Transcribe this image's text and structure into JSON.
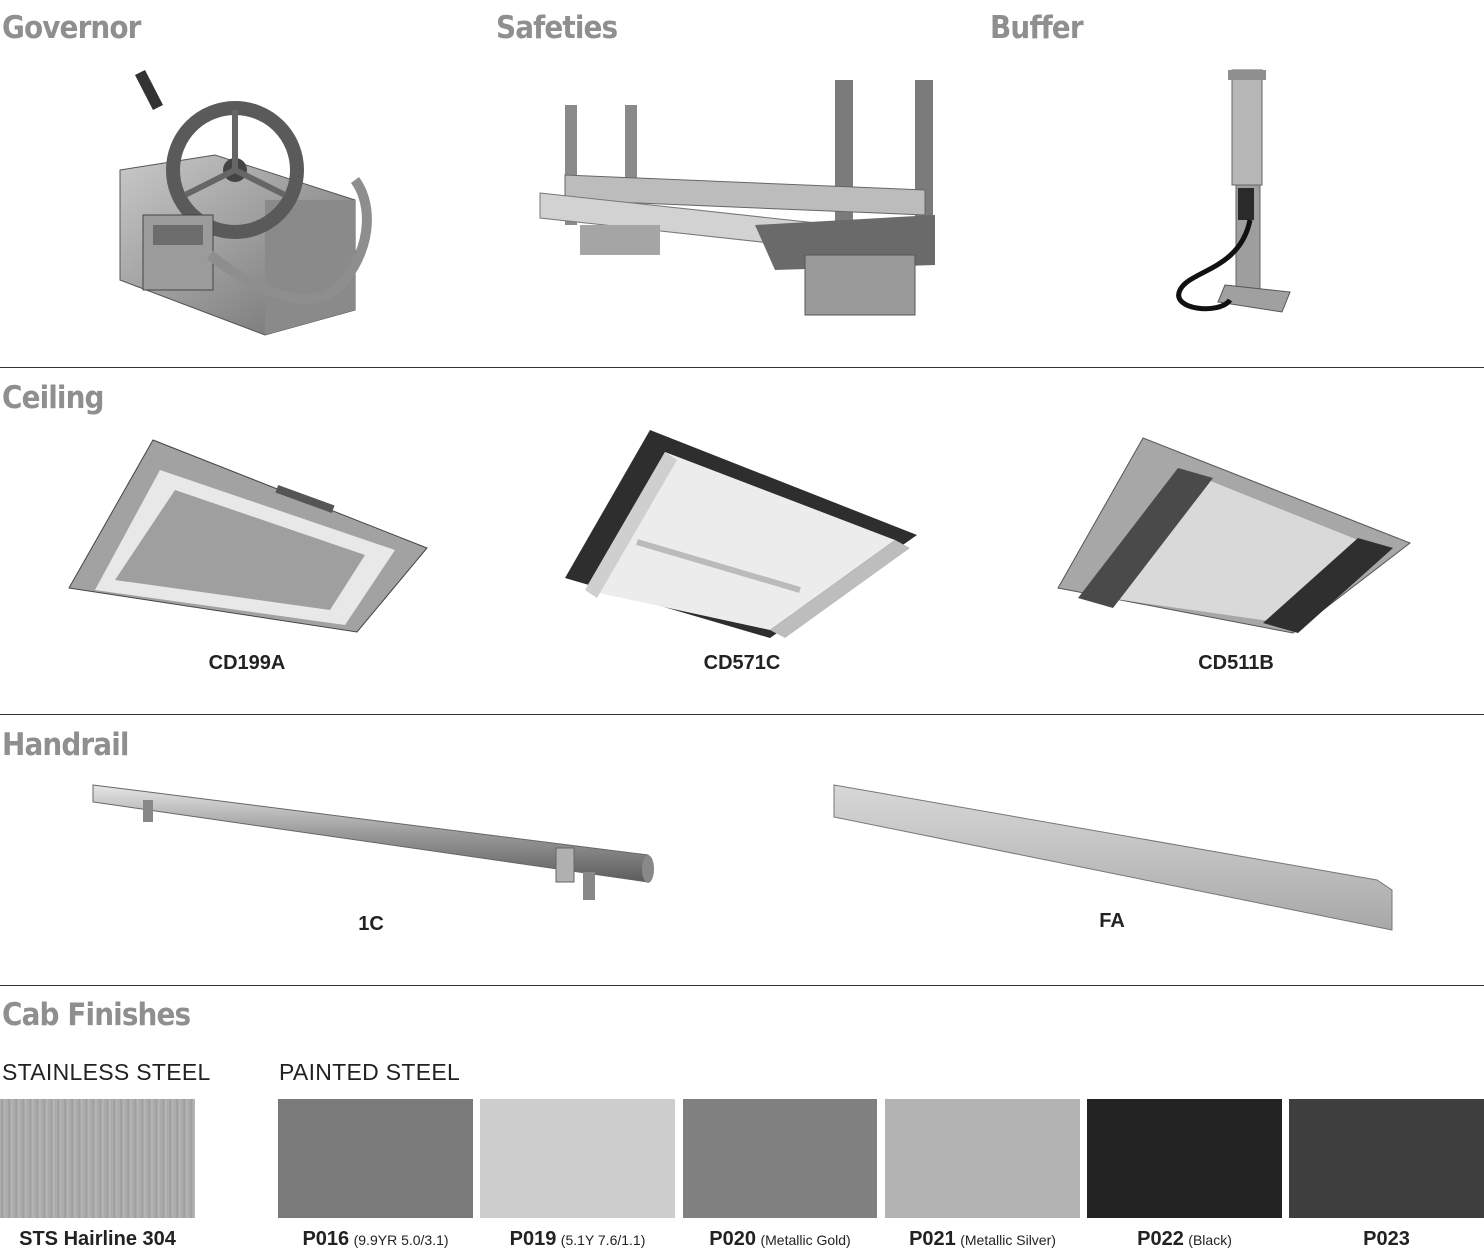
{
  "sections": {
    "governor": "Governor",
    "safeties": "Safeties",
    "buffer": "Buffer",
    "ceiling": "Ceiling",
    "handrail": "Handrail",
    "cab_finishes": "Cab Finishes"
  },
  "ceiling_items": [
    {
      "code": "CD199A"
    },
    {
      "code": "CD571C"
    },
    {
      "code": "CD511B"
    }
  ],
  "handrail_items": [
    {
      "code": "1C"
    },
    {
      "code": "FA"
    }
  ],
  "finish_groups": {
    "stainless": "STAINLESS STEEL",
    "painted": "PAINTED STEEL"
  },
  "finishes": [
    {
      "code": "STS Hairline 304",
      "note": "",
      "color": "#a9a9a9"
    },
    {
      "code": "P016",
      "note": "(9.9YR 5.0/3.1)",
      "color": "#7a7a7a"
    },
    {
      "code": "P019",
      "note": "(5.1Y 7.6/1.1)",
      "color": "#cdcdcd"
    },
    {
      "code": "P020",
      "note": "(Metallic Gold)",
      "color": "#808080"
    },
    {
      "code": "P021",
      "note": "(Metallic Silver)",
      "color": "#b3b3b3"
    },
    {
      "code": "P022",
      "note": "(Black)",
      "color": "#232323"
    },
    {
      "code": "P023",
      "note": "",
      "color": "#3e3e3e"
    }
  ]
}
